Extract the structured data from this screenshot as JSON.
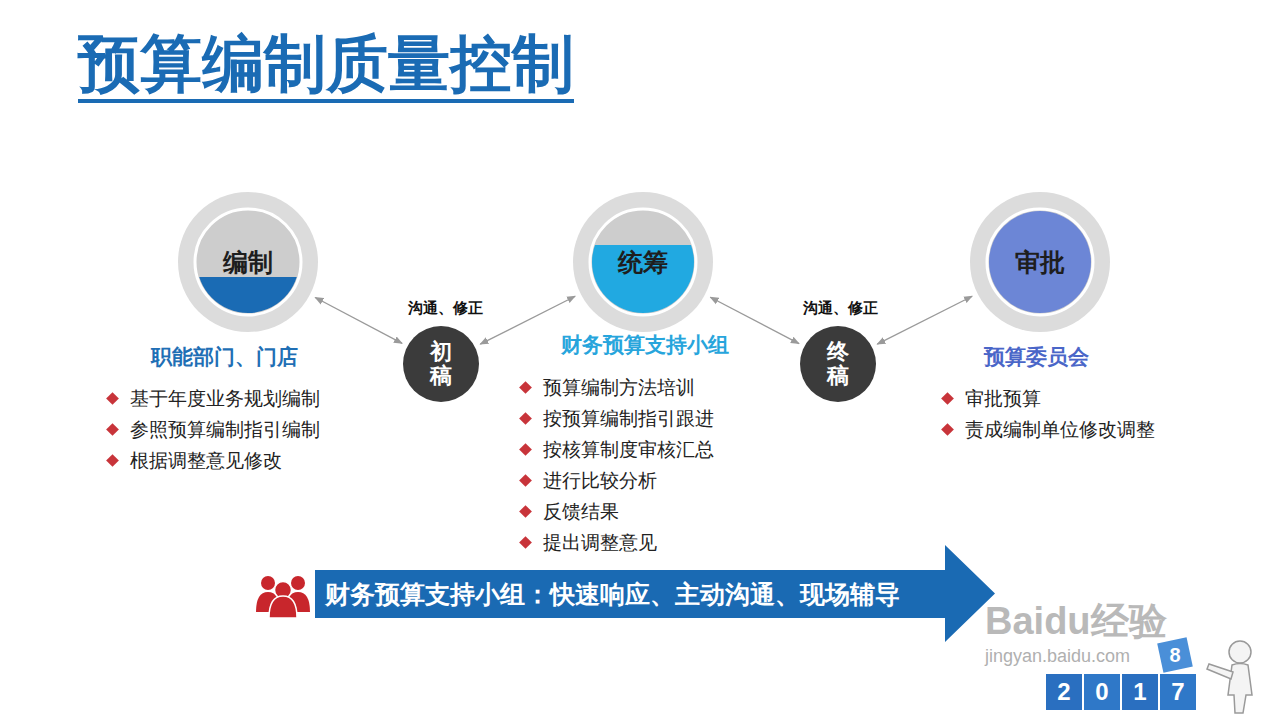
{
  "diagram": {
    "title": "预算编制质量控制",
    "nodes": [
      {
        "text": [
          "编制",
          "职能部门、门店",
          "基于年度业务规划编制",
          "参照预算编制指引编制",
          "根据调整意见修改"
        ]
      },
      {
        "text": [
          "初稿"
        ]
      },
      {
        "text": [
          "统筹",
          "财务预算支持小组",
          "预算编制方法培训",
          "按预算编制指引跟进",
          "按核算制度审核汇总",
          "进行比较分析",
          "反馈结果",
          "提出调整意见"
        ]
      },
      {
        "text": [
          "终稿"
        ]
      },
      {
        "text": [
          "审批",
          "预算委员会",
          "审批预算",
          "责成编制单位修改调整"
        ]
      },
      {
        "text": [
          "财务预算支持小组：快速响应、主动沟通、现场辅导"
        ]
      }
    ],
    "edges": [
      {
        "from": 0,
        "to": 1,
        "arrow": "both"
      },
      {
        "from": 1,
        "to": 2,
        "arrow": "both"
      },
      {
        "from": 2,
        "to": 3,
        "arrow": "both"
      },
      {
        "from": 3,
        "to": 4,
        "arrow": "both"
      }
    ],
    "labels": [
      "沟通、修正",
      "沟通、修正",
      "Baidu经验",
      "jingyan.baidu.com",
      "2",
      "0",
      "1",
      "7",
      "8"
    ]
  }
}
